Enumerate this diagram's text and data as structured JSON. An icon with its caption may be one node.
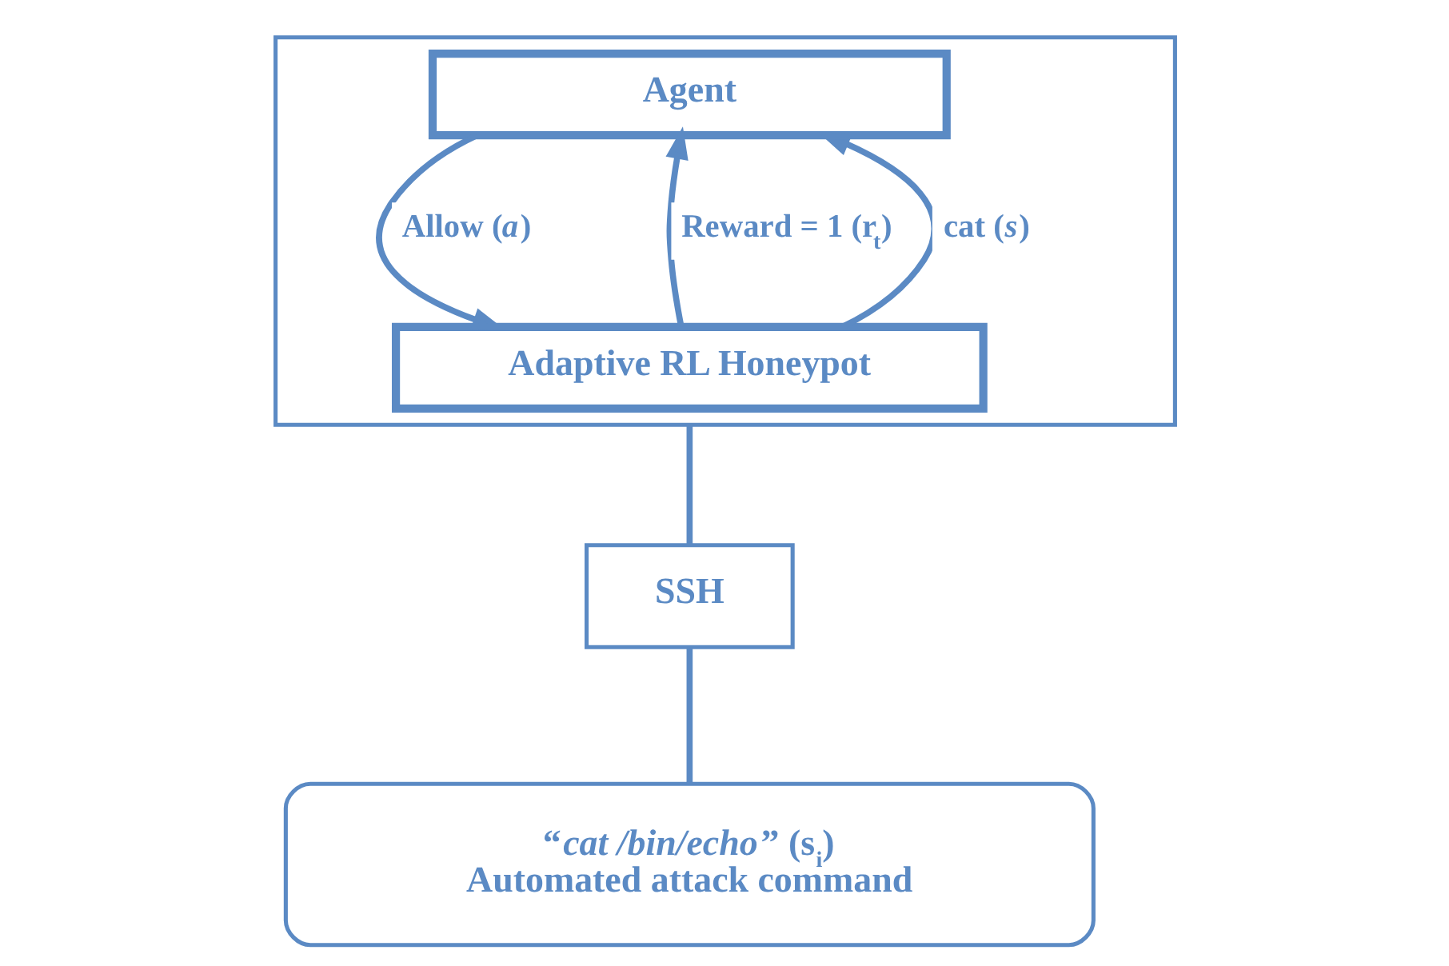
{
  "diagram": {
    "nodes": [
      {
        "text": [],
        "shape": "box"
      },
      {
        "text": [
          "Agent"
        ],
        "in": 0
      },
      {
        "text": [
          "Adaptive RL Honeypot"
        ],
        "in": 0
      },
      {
        "text": [
          "SSH"
        ]
      },
      {
        "text": [
          "“*cat /bin/echo*” (s$_{i}$)",
          "Automated attack command"
        ]
      }
    ],
    "edges": [
      {
        "from": 1,
        "to": 2,
        "arrow": "to",
        "label": "Allow (*a*)"
      },
      {
        "from": 2,
        "to": 1,
        "arrow": "to",
        "label": "Reward = 1 (r$_{t}$)"
      },
      {
        "from": 2,
        "to": 1,
        "arrow": "to",
        "label": "cat (*s*)"
      },
      {
        "from": 0,
        "to": 3,
        "arrow": "none"
      },
      {
        "from": 3,
        "to": 4,
        "arrow": "none"
      }
    ]
  }
}
